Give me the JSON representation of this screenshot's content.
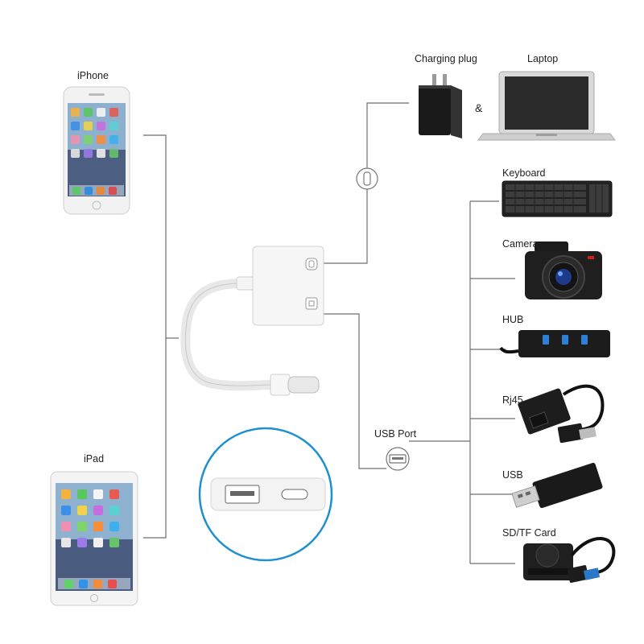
{
  "left_devices": [
    {
      "id": "iphone",
      "label": "iPhone"
    },
    {
      "id": "ipad",
      "label": "iPad"
    }
  ],
  "power": {
    "charging_label": "Charging plug",
    "and_symbol": "&",
    "laptop_label": "Laptop"
  },
  "usb_port_label": "USB Port",
  "peripherals": [
    {
      "id": "keyboard",
      "label": "Keyboard"
    },
    {
      "id": "camera",
      "label": "Camera"
    },
    {
      "id": "hub",
      "label": "HUB"
    },
    {
      "id": "rj45",
      "label": "Rj45"
    },
    {
      "id": "usb",
      "label": "USB"
    },
    {
      "id": "sdtf",
      "label": "SD/TF Card"
    }
  ],
  "colors": {
    "line": "#6e6e6e",
    "adapter": "#f6f6f6",
    "inset_ring": "#1e8fd0",
    "device_dark": "#1a1a1a",
    "usb_blue": "#2b78c9"
  }
}
